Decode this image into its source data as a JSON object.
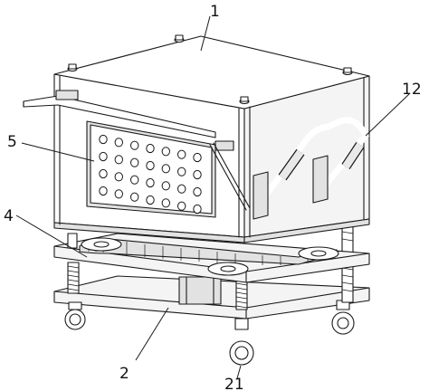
{
  "labels": [
    {
      "id": "1",
      "text": "1"
    },
    {
      "id": "12",
      "text": "12"
    },
    {
      "id": "5",
      "text": "5"
    },
    {
      "id": "4",
      "text": "4"
    },
    {
      "id": "2",
      "text": "2"
    },
    {
      "id": "21",
      "text": "21"
    }
  ]
}
